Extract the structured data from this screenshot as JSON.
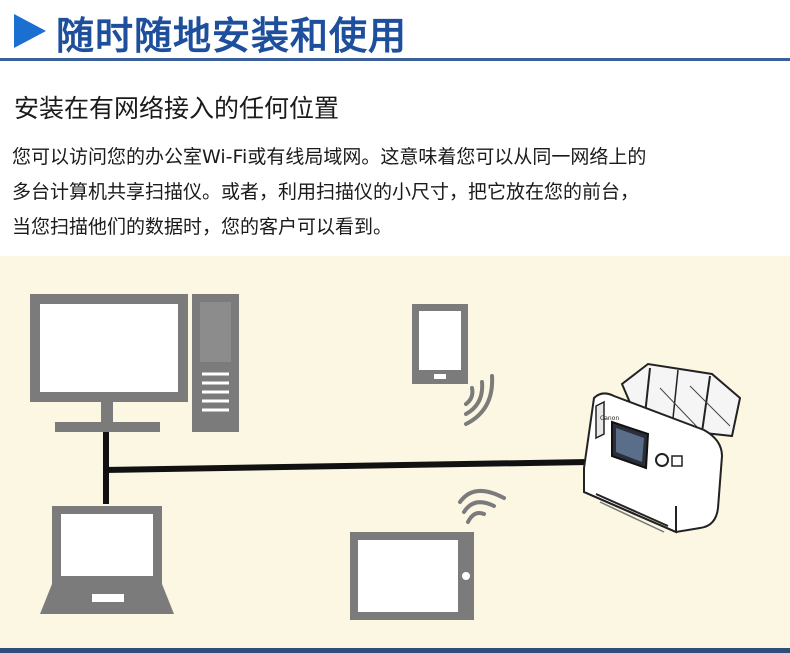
{
  "header": {
    "title": "随时随地安装和使用",
    "accent_color": "#1a6fd0",
    "title_color": "#1e4f9c"
  },
  "section": {
    "subtitle": "安装在有网络接入的任何位置",
    "paragraph_lines": [
      "您可以访问您的办公室Wi-Fi或有线局域网。这意味着您可以从同一网络上的",
      "多台计算机共享扫描仪。或者，利用扫描仪的小尺寸，把它放在您的前台，",
      "当您扫描他们的数据时，您的客户可以看到。"
    ]
  },
  "diagram": {
    "background_color": "#fbf7e3",
    "icons": [
      "desktop-computer-icon",
      "smartphone-icon",
      "wifi-signal-icon",
      "laptop-icon",
      "tablet-icon",
      "document-scanner-icon"
    ],
    "scanner_brand": "Canon"
  }
}
